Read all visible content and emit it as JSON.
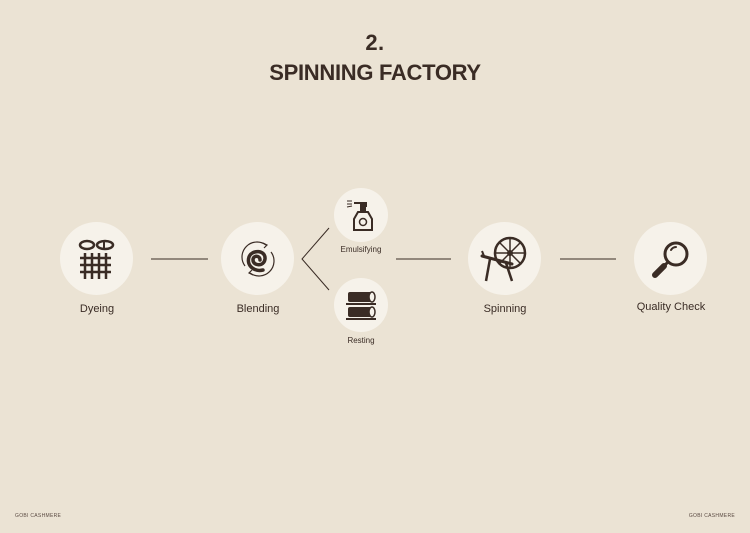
{
  "header": {
    "step_number": "2.",
    "title": "SPINNING FACTORY"
  },
  "steps": {
    "dyeing": {
      "label": "Dyeing",
      "icon": "woven-fabric-icon"
    },
    "blending": {
      "label": "Blending",
      "icon": "swirl-blend-icon"
    },
    "emulsifying": {
      "label": "Emulsifying",
      "icon": "spray-bottle-icon"
    },
    "resting": {
      "label": "Resting",
      "icon": "fabric-rolls-icon"
    },
    "spinning": {
      "label": "Spinning",
      "icon": "spinning-wheel-icon"
    },
    "quality": {
      "label": "Quality Check",
      "icon": "magnifying-glass-icon"
    }
  },
  "footer": {
    "left": "GOBI CASHMERE",
    "right": "GOBI CASHMERE"
  },
  "colors": {
    "background": "#ebe3d4",
    "circle": "#f6f2ea",
    "ink": "#3a2c25"
  }
}
